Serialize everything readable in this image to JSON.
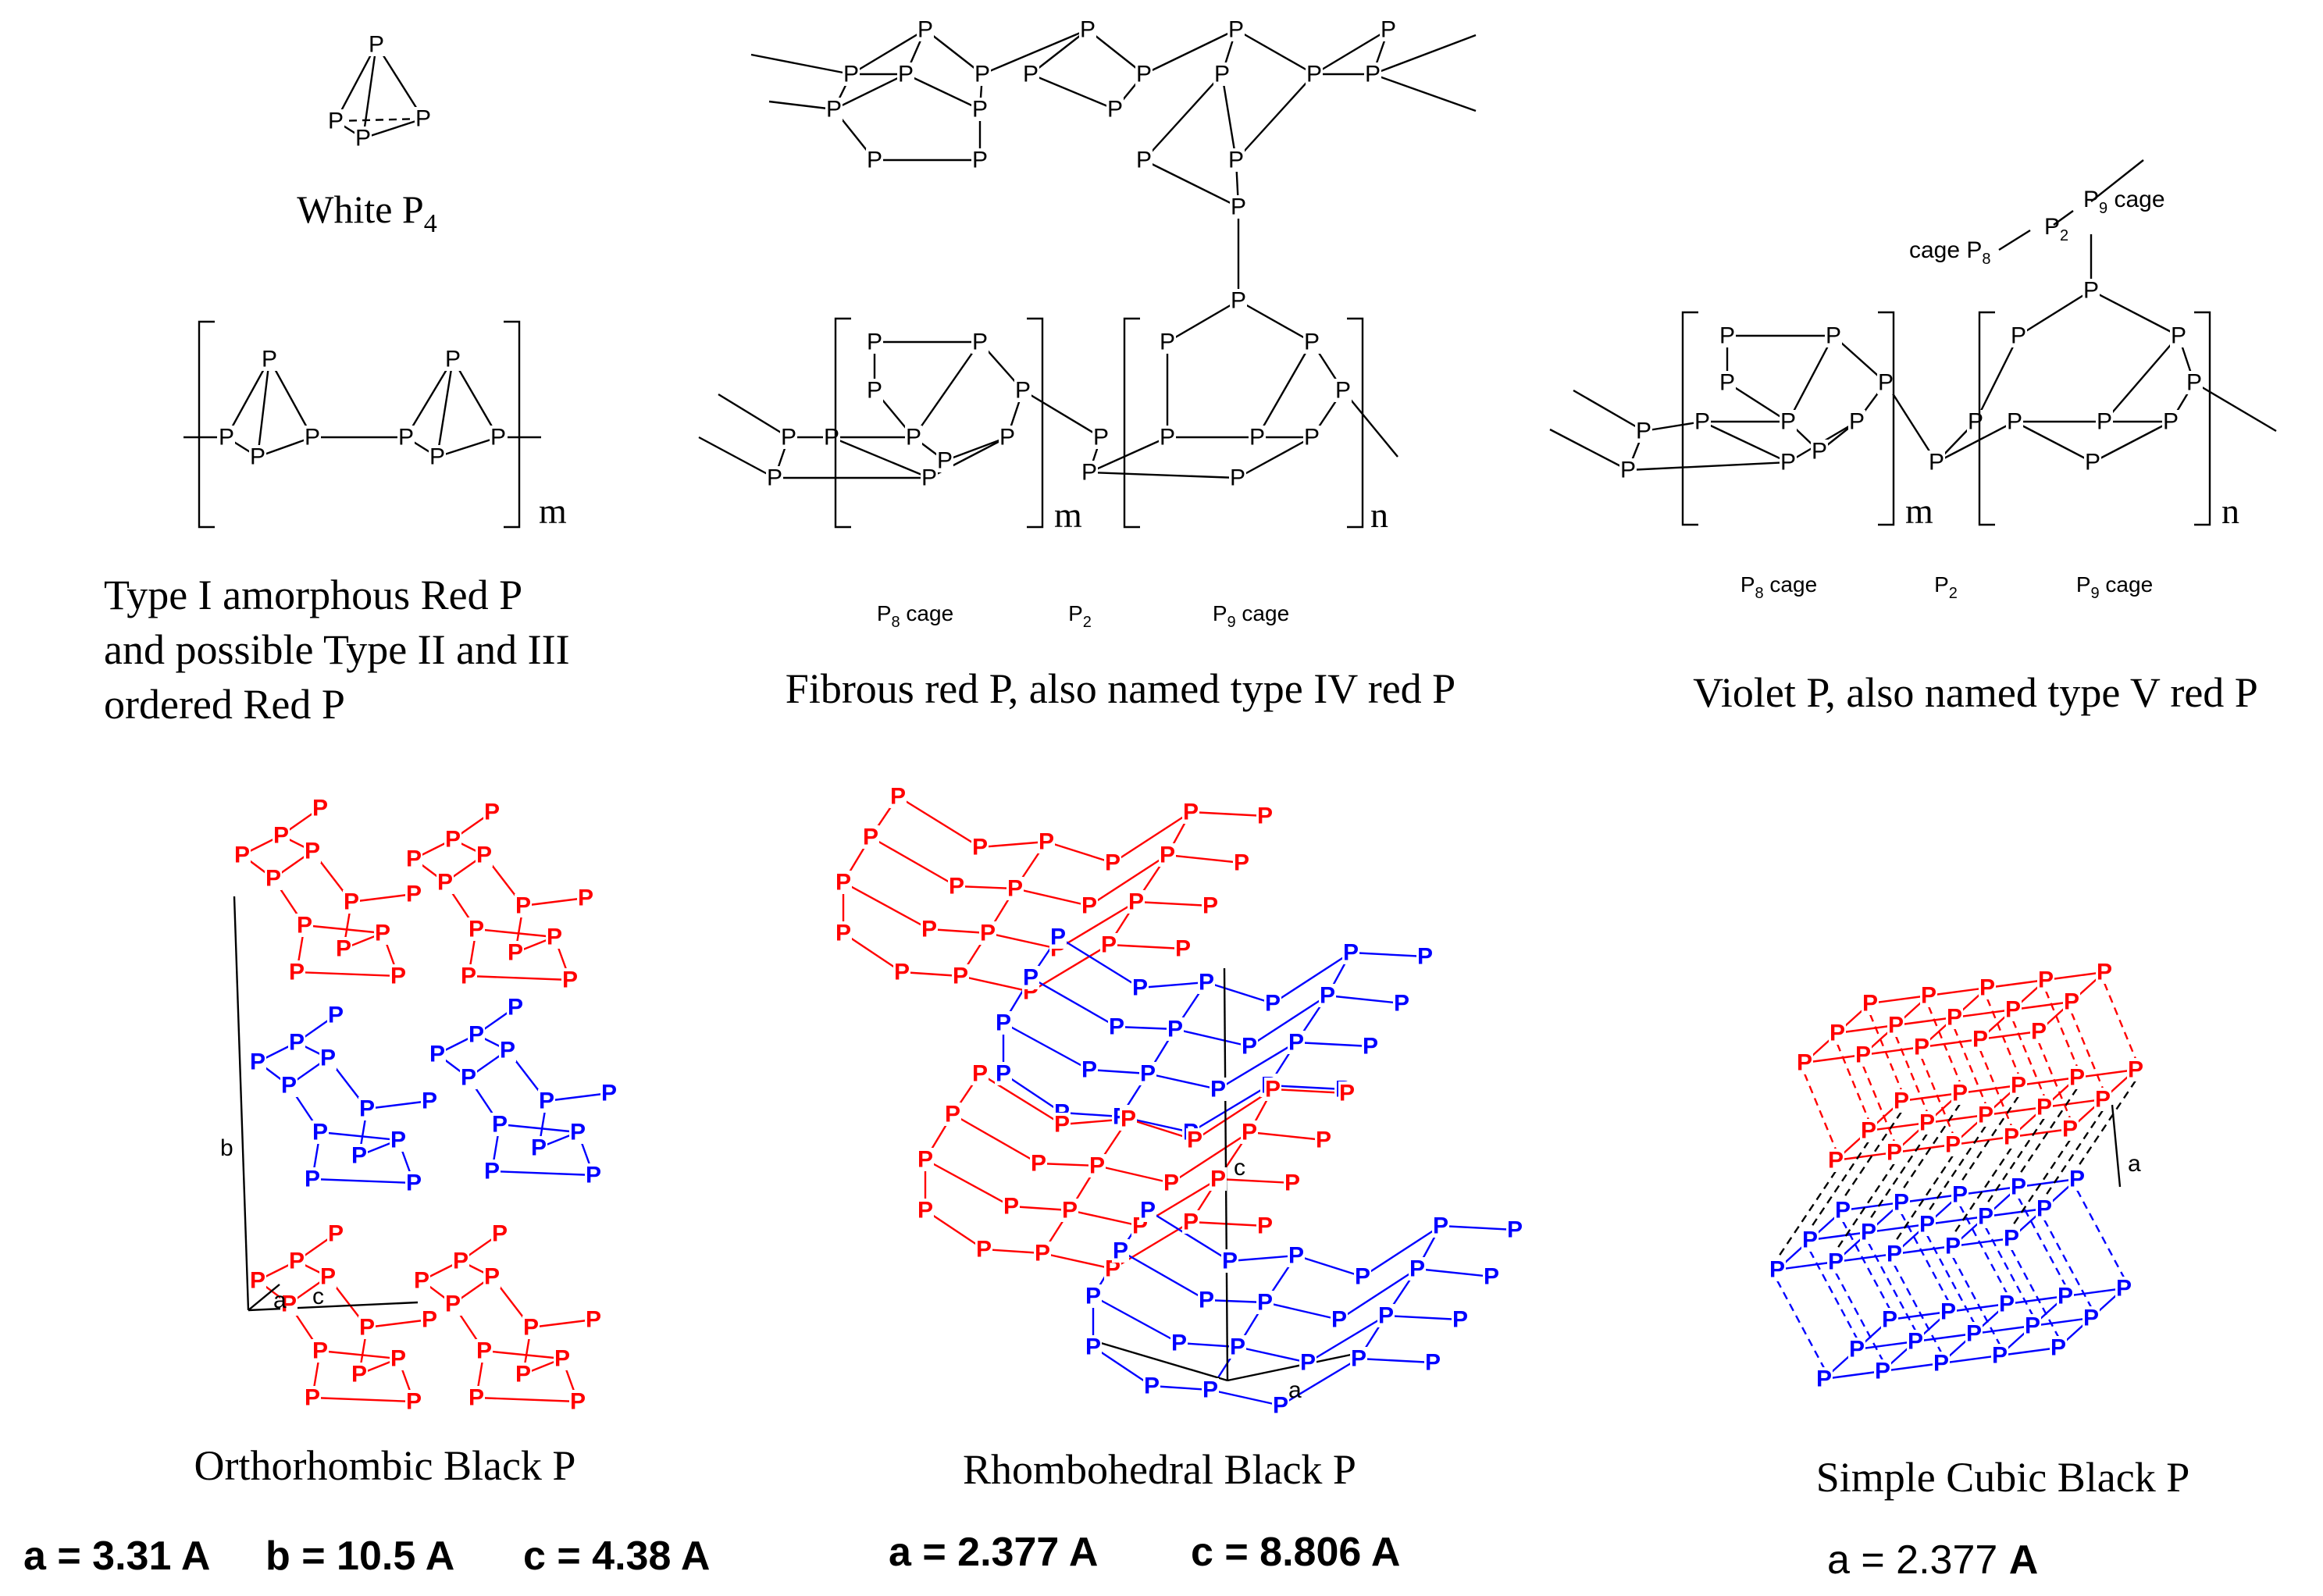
{
  "atom_symbol": "P",
  "colors": {
    "ink": "#000000",
    "red_layer": "#ff0000",
    "blue_layer": "#0000ff"
  },
  "white": {
    "caption_main": "White P",
    "caption_sub": "4"
  },
  "type1": {
    "repeat_m": "m",
    "caption": [
      "Type I amorphous Red P",
      "and possible Type II and III",
      "ordered Red P"
    ]
  },
  "fibrous": {
    "repeat_m": "m",
    "repeat_n": "n",
    "label_p8_main": "P",
    "label_p8_sub": "8",
    "label_p8_rest": " cage",
    "label_p2_main": "P",
    "label_p2_sub": "2",
    "label_p9_main": "P",
    "label_p9_sub": "9",
    "label_p9_rest": " cage",
    "caption": "Fibrous red P, also named type IV red P"
  },
  "violet": {
    "repeat_m": "m",
    "repeat_n": "n",
    "link_cage_left": "cage P",
    "link_sub_8": "8",
    "link_p2": "P",
    "link_sub_2": "2",
    "link_p9": "P",
    "link_sub_9": "9",
    "link_cage_right": " cage",
    "label_p8_main": "P",
    "label_p8_sub": "8",
    "label_p8_rest": " cage",
    "label_p2_main": "P",
    "label_p2_sub": "2",
    "label_p9_main": "P",
    "label_p9_sub": "9",
    "label_p9_rest": " cage",
    "caption": "Violet P, also named type V red P"
  },
  "ortho": {
    "axis_a": "a",
    "axis_b": "b",
    "axis_c": "c",
    "caption": "Orthorhombic Black P",
    "param_a": "a = 3.31",
    "param_b": "b = 10.5",
    "param_c": "c = 4.38",
    "unit": "A"
  },
  "rhombo": {
    "axis_a": "a",
    "axis_c": "c",
    "caption": "Rhombohedral Black P",
    "param_a": "a = 2.377",
    "param_c": "c = 8.806",
    "unit": "A"
  },
  "cubic": {
    "axis_a": "a",
    "caption": "Simple Cubic Black P",
    "param_a": "a = 2.377",
    "unit": "A"
  }
}
